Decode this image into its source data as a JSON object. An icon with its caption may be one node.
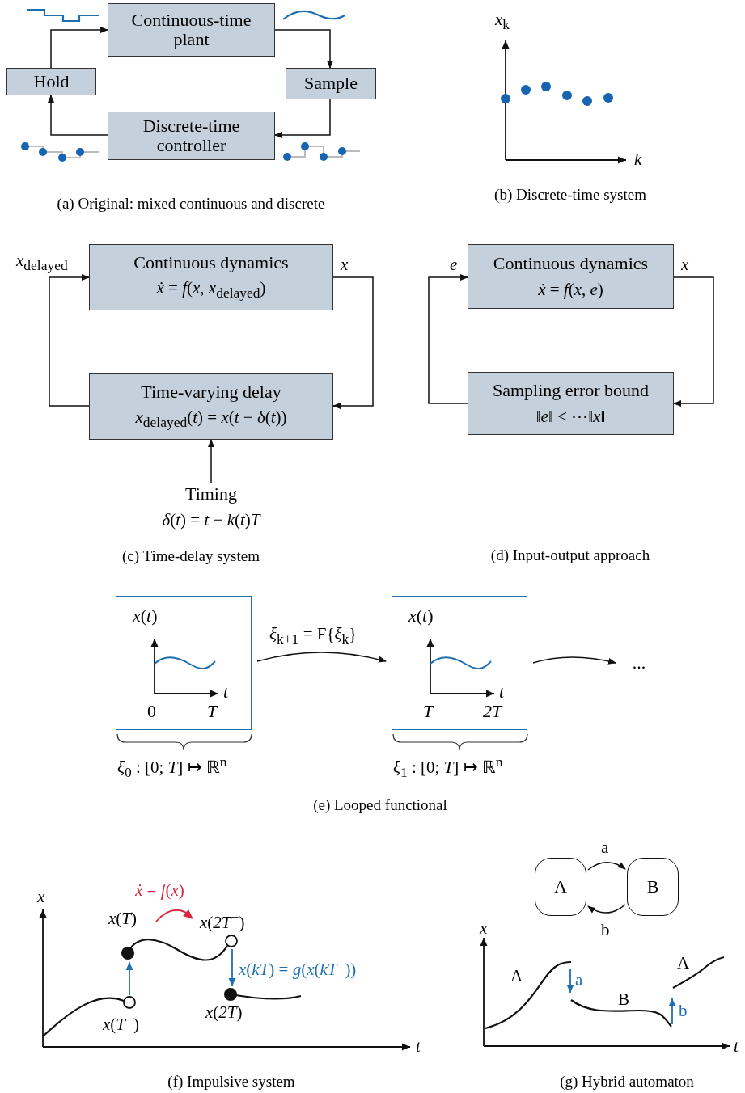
{
  "diagram": {
    "nodes": [
      {
        "text": [
          "Continuous-time plant"
        ]
      },
      {
        "text": [
          "Hold"
        ]
      },
      {
        "text": [
          "Sample"
        ]
      },
      {
        "text": [
          "Discrete-time controller"
        ]
      },
      {
        "text": [
          "Continuous dynamics",
          "*ẋ* = *f*(*x*, *x*$_{delayed}$)"
        ]
      },
      {
        "text": [
          "Time-varying delay",
          "*x*$_{delayed}$(*t*) = *x*(*t* − *δ*(*t*))"
        ]
      },
      {
        "text": [
          "Timing",
          "*δ*(*t*) = *t* − *k*(*t*)*T*"
        ]
      },
      {
        "text": [
          "Continuous dynamics",
          "*ẋ* = *f*(*x*, *e*)"
        ]
      },
      {
        "text": [
          "Sampling error bound",
          "‖*e*‖ < ⋯‖*x*‖"
        ]
      },
      {
        "text": [
          "*x*(*t*)",
          "*t*",
          "0",
          "*T*"
        ],
        "beside": [
          "*ξ*$_{0}$ : [0; *T*] ↦ ℝ$^{n}$"
        ]
      },
      {
        "text": [
          "*x*(*t*)",
          "*t*",
          "*T*",
          "*2T*"
        ],
        "beside": [
          "*ξ*$_{1}$ : [0; *T*] ↦ ℝ$^{n}$"
        ]
      },
      {
        "text": [
          "..."
        ]
      },
      {
        "text": [
          "A"
        ]
      },
      {
        "text": [
          "B"
        ]
      }
    ],
    "edges": [
      {
        "from": 1,
        "to": 0,
        "arrow": "to"
      },
      {
        "from": 0,
        "to": 2,
        "arrow": "to"
      },
      {
        "from": 2,
        "to": 3,
        "arrow": "to"
      },
      {
        "from": 3,
        "to": 1,
        "arrow": "to"
      },
      {
        "from": 4,
        "to": 5,
        "arrow": "to"
      },
      {
        "from": 5,
        "to": 4,
        "arrow": "to"
      },
      {
        "from": 6,
        "to": 5,
        "arrow": "to"
      },
      {
        "from": 7,
        "to": 8,
        "arrow": "to"
      },
      {
        "from": 8,
        "to": 7,
        "arrow": "to"
      },
      {
        "from": 9,
        "to": 10,
        "arrow": "to",
        "label": "*ξ*$_{k+1}$ = F{*ξ*$_{k}$}"
      },
      {
        "from": 10,
        "to": 11,
        "arrow": "to"
      },
      {
        "from": 12,
        "to": 13,
        "arrow": "to",
        "label": "a"
      },
      {
        "from": 13,
        "to": 12,
        "arrow": "to",
        "label": "b"
      }
    ],
    "labels": [
      "*x*$_{k}$",
      "*k*",
      "(a) Original: mixed continuous and discrete",
      "(b) Discrete-time system",
      "*x*$_{delayed}$",
      "*x*",
      "*e*",
      "*x*",
      "(c) Time-delay system",
      "(d) Input-output approach",
      "(e) Looped functional",
      "*x*",
      "*ẋ* = *f*(*x*)",
      "*x*(*T*)",
      "*x*(*2T*$^{−}$)",
      "*x*(*kT*) = *g*(*x*(*kT*$^{−}$))",
      "*x*(*T*$^{−}$)",
      "*x*(*2T*)",
      "*t*",
      "(f) Impulsive system",
      "*x*",
      "A",
      "a",
      "B",
      "b",
      "A",
      "*t*",
      "(g) Hybrid automaton"
    ]
  }
}
